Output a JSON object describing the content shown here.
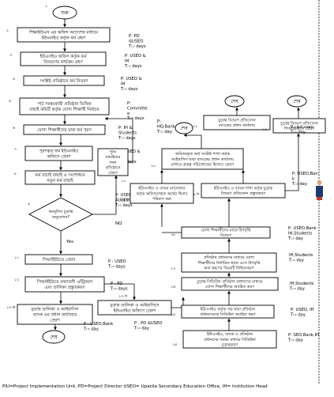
{
  "footer": "PIU=Project Implementation Unit, PD=Project Director USEO= Upazila Secondary Education Office, IH= Institution Head",
  "start_label": "শুরু",
  "end_label": "শেষ",
  "question_label": "কমমূলির চূড়ান্ত অনুমোদন?",
  "yes_label": "Yes",
  "no_label": "NO",
  "left_boxes": [
    {
      "id": "b1",
      "lines": [
        "শিক্ষাইউএস এর অফিস আদেশের মাধ্যমে",
        "ইউএসইও কর্তৃক ফর্ম গ্রহণ"
      ],
      "step": "২",
      "agent": [
        "P: PD",
        "&USEO",
        "T:৩ days"
      ]
    },
    {
      "id": "b2",
      "lines": [
        "ইউএসইও অফিস কর্তৃক ফর্ম",
        "বিতরণের কার্যক্রম গ্রহণ"
      ],
      "step": "৩",
      "agent": [
        "P: USEO &",
        "IH",
        "T:৩ days"
      ]
    },
    {
      "id": "b3",
      "lines": [
        "সংশ্লিষ্ট প্রতিষ্ঠানে ফর্ম বিতরণ"
      ],
      "step": "৪",
      "agent": [
        "P: USEO &",
        "IH",
        "T:৩ days"
      ]
    },
    {
      "id": "b4",
      "lines": [
        "পাঠ সমন্বয়কারী প্রতিষ্ঠান ভিত্তিক",
        "বাছাই কমিটি কর্তৃক যোগ্য শিক্ষার্থী নির্বাচন"
      ],
      "step": "৫",
      "agent": [
        "P:",
        "Committe",
        "e",
        "T:৩ days"
      ]
    },
    {
      "id": "b5",
      "lines": [
        "যোগ্য শিক্ষার্থীদের দ্বারা ফর্ম পূরণ"
      ],
      "step": "৬",
      "agent": [
        "P: IH &",
        "Students",
        "T:৩ days"
      ]
    },
    {
      "id": "b6",
      "lines": [
        "পূরণকৃত ফর্ম ইউএসইও",
        "অফিসে প্রেরণ"
      ],
      "step": "৭",
      "agent": [
        "P: USEO &",
        "IH",
        "T:৩ days"
      ]
    },
    {
      "id": "b7",
      "lines": [
        "ফর্ম যাচাই বাছাই ও সংশোধনে",
        "নতুন ফর্ম বাছাই"
      ],
      "step": "৮",
      "agent": [
        "P: USEO",
        "AUSEO & IH",
        "T:৩ days"
      ]
    },
    {
      "id": "b8",
      "lines": [
        "পিআইইউতে প্রেরণ"
      ],
      "step": "১১",
      "agent": [
        "P : USEO",
        "T:৩ days"
      ]
    },
    {
      "id": "b9",
      "lines": [
        "পিআইইউতে তথ্যাবলী এন্ট্রিকরণ",
        "এবং তালিকা প্রস্তুতকরণ"
      ],
      "step": "১২",
      "agent": [
        "P : PD",
        "T:৩ days"
      ]
    },
    {
      "id": "b10",
      "lines": [
        "চূড়ান্ত তালিকা ও আইবাসিস",
        "ব্যাংক এর প্রধান কার্যালয়ে",
        "প্রেরণ"
      ],
      "step": "১৩.ক",
      "agent": [
        "P : USEO,Bank",
        "T:৩ day"
      ]
    }
  ],
  "resubmit_box": {
    "lines": [
      "পুনঃ",
      "যাচাইয়ের",
      "জন্য",
      "প্রতিষ্ঠানে",
      "প্রেরণ"
    ],
    "step": "১০"
  },
  "check_step": "৯",
  "list_box": {
    "lines": [
      "চূড়ান্ত তালিকা ও আইবাসিসে",
      "ইউএসইও অফিসে প্রেরণ"
    ],
    "step": "১৩.খ",
    "agent": [
      "P : PD &USEO",
      "T:৩ day"
    ]
  },
  "right_boxes": [
    {
      "id": "r1",
      "lines": [
        "চূড়ান্ত বিতরণ প্রতিবেদন",
        "ব্যাংকের প্রধান কার্যালয়"
      ],
      "step": "২১",
      "agent": [
        "P:",
        "HQ,Bank",
        "T:৩ day"
      ]
    },
    {
      "id": "r2",
      "lines": [
        "চূড়ান্ত বিতরণ প্রতিবেদন",
        "পিআইইউতে প্রেরণ"
      ],
      "step": "২২",
      "agent": [
        "P : pd,useo",
        "T:৩ day"
      ]
    },
    {
      "id": "r3",
      "lines": [
        "অবিতরকৃত অর্থ সংশ্লিষ্ট শাখা কর্তৃক",
        "আইবাসিস দ্বারা ব্যাংকের প্রধান কার্যালয়",
        "মাধ্যমে প্রকল্প পরিচালকের হিসাবে প্রেরণ"
      ],
      "step": "২০",
      "agent": []
    },
    {
      "id": "r4",
      "lines": [
        "ইউএসইও ও ব্যাংক শাখা কর্তৃক চূড়ান্ত",
        "বিতরণ প্রতিবেদন প্রস্তুতকরণ"
      ],
      "step": "১৯.খ",
      "agent": [
        "P: USEO,Ban",
        "k",
        "T:৩ day"
      ]
    },
    {
      "id": "r5",
      "lines": [
        "ইউএসইও ও ব্যাংক ম্যানেজার",
        "কর্তৃক অবিতরণকৃত অর্থের হিসাব",
        "পরিমাণ করা"
      ],
      "step": "১৯.ক",
      "agent": []
    },
    {
      "id": "r6",
      "lines": [
        "যোগ্য শিক্ষার্থীদের মাঝে উপবৃত্তি",
        "বিতরণ"
      ],
      "step": "১৮",
      "agent": [
        "P: USEO,Bank",
        "IH,Students",
        "T:৩ day"
      ]
    },
    {
      "id": "r7",
      "lines": [
        "প্রতিষ্ঠান প্রধানদের মাধ্যমে যোগ্য",
        "শিক্ষার্থীদের নির্ধারিত স্থানে এসে উপবৃত্তি",
        "অর্থ গ্রহণের বিষয়টি নিশ্চিতকরণ"
      ],
      "step": "১৭",
      "agent": [
        "IH,Students",
        "T:৩ day"
      ]
    },
    {
      "id": "r8",
      "lines": [
        "চূড়ান্ত সিডিউল প্রতিষ্ঠান প্রধানদের মাধ্যমে",
        "যোগ্য শিক্ষার্থীদের অবহিত করণ"
      ],
      "step": "১৬",
      "agent": [
        "IH,Students",
        "T:৩ day"
      ]
    },
    {
      "id": "r9",
      "lines": [
        "ইউএসইও কর্তৃক পত্র দ্বারা প্রতিষ্ঠান",
        "প্রধানদেরকে সিডিউল অবহিত করণ"
      ],
      "step": "১৫",
      "agent": [
        "P: USEO, IH",
        "T:৩ day"
      ]
    },
    {
      "id": "r10",
      "lines": [
        "ইউএসইও, ব্যাংক ও প্রতিষ্ঠান",
        "প্রধানদের সমন্বয় মাধ্যমে সিডিউল",
        "চূড়ান্তকরণ"
      ],
      "step": "১৪",
      "agent": [
        "P: SEO,Bank,IH",
        "T:৩ day"
      ]
    }
  ],
  "start_step": "১"
}
